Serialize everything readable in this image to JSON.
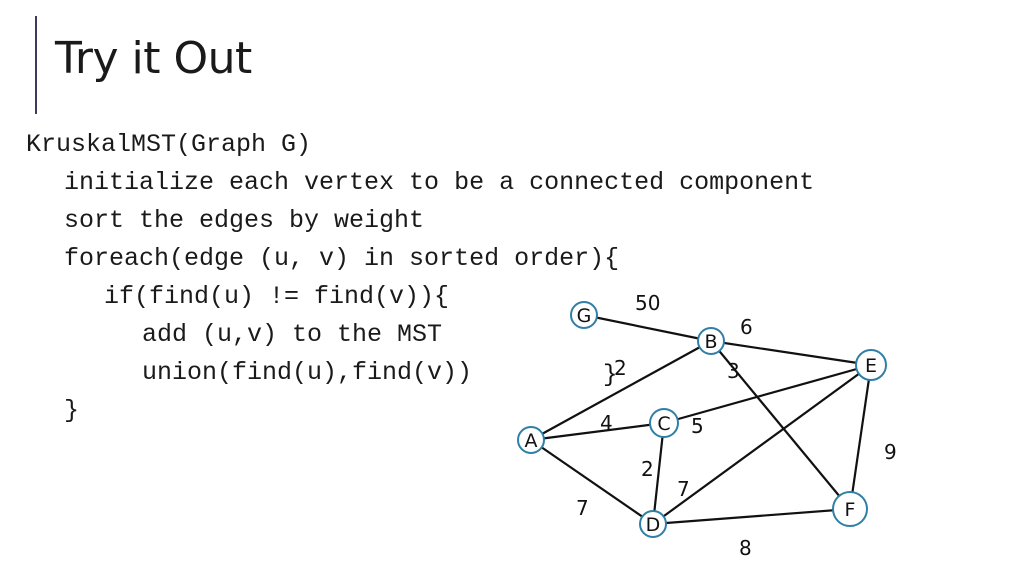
{
  "slide": {
    "title": "Try it Out",
    "code_lines": [
      "KruskalMST(Graph G)",
      "initialize each vertex to be a connected component",
      "sort the edges by weight",
      "foreach(edge (u, v) in sorted order){",
      "if(find(u) != find(v)){",
      "add (u,v) to the MST",
      "union(find(u),find(v))",
      "}",
      "}"
    ]
  },
  "graph": {
    "nodes": [
      "G",
      "B",
      "E",
      "C",
      "A",
      "D",
      "F"
    ],
    "edges": [
      {
        "from": "G",
        "to": "B",
        "weight": "50"
      },
      {
        "from": "B",
        "to": "E",
        "weight": "6"
      },
      {
        "from": "A",
        "to": "B",
        "weight": "2"
      },
      {
        "from": "B",
        "to": "F",
        "weight": "3"
      },
      {
        "from": "A",
        "to": "C",
        "weight": "4"
      },
      {
        "from": "C",
        "to": "E",
        "weight": "5"
      },
      {
        "from": "C",
        "to": "D",
        "weight": "2"
      },
      {
        "from": "D",
        "to": "E",
        "weight": "7"
      },
      {
        "from": "A",
        "to": "D",
        "weight": "7"
      },
      {
        "from": "E",
        "to": "F",
        "weight": "9"
      },
      {
        "from": "D",
        "to": "F",
        "weight": "8"
      }
    ]
  },
  "colors": {
    "node_stroke": "#2f7fa6",
    "accent_bar": "#3c3c5a"
  }
}
